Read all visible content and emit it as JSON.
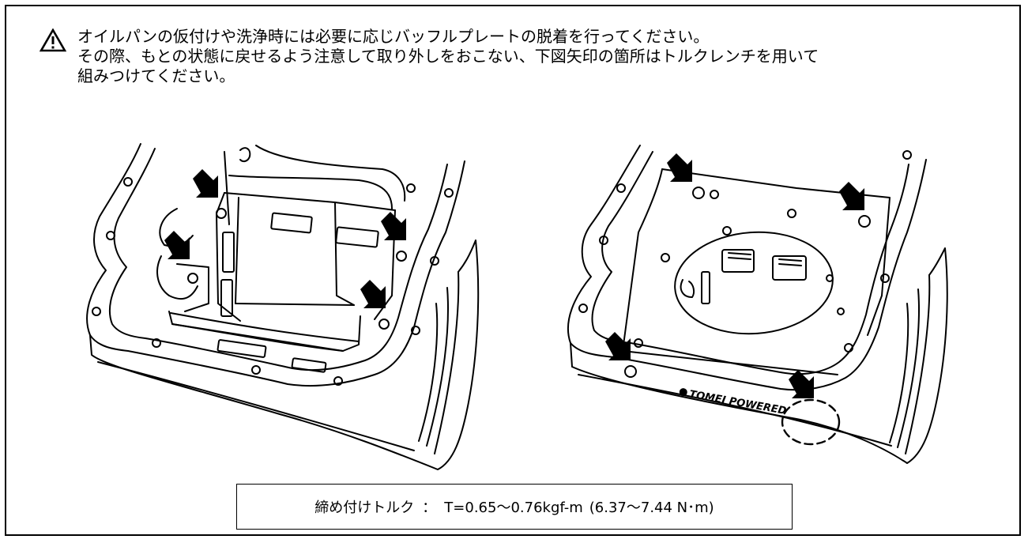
{
  "notice": {
    "icon": "warning-triangle-icon",
    "line1": "オイルパンの仮付けや洗浄時には必要に応じバッフルプレートの脱着を行ってください。",
    "line2": "その際、もとの状態に戻せるよう注意して取り外しをおこない、下図矢印の箇所はトルクレンチを用いて",
    "line3": "組みつけてください。"
  },
  "figures": {
    "left": {
      "arrow_icons": [
        "arrow-down-right-icon",
        "arrow-down-right-icon",
        "arrow-down-right-icon",
        "arrow-down-right-icon"
      ]
    },
    "right": {
      "brand_logo_text": "TOMEI POWERED",
      "arrow_icons": [
        "arrow-down-right-icon",
        "arrow-down-right-icon",
        "arrow-down-right-icon",
        "arrow-down-right-icon"
      ]
    }
  },
  "torque": {
    "label": "締め付けトルク",
    "separator": "：",
    "value_kgf": "T=0.65～0.76kgf-m",
    "value_nm": "(6.37～7.44 N･m)"
  }
}
